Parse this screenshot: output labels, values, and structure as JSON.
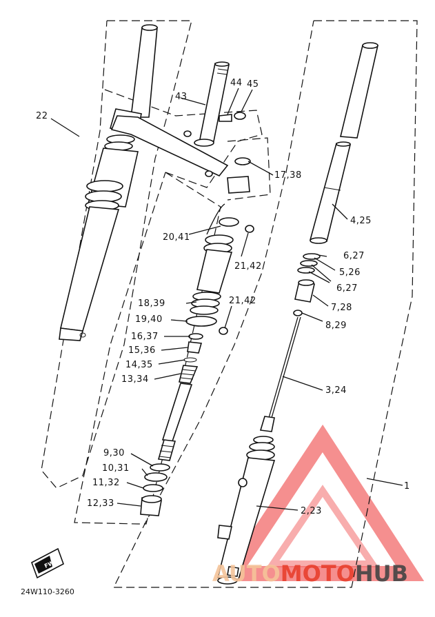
{
  "callouts": [
    {
      "id": "c22",
      "text": "22"
    },
    {
      "id": "c43",
      "text": "43"
    },
    {
      "id": "c44",
      "text": "44"
    },
    {
      "id": "c45",
      "text": "45"
    },
    {
      "id": "c17",
      "text": "17,38"
    },
    {
      "id": "c4",
      "text": "4,25"
    },
    {
      "id": "c20",
      "text": "20,41"
    },
    {
      "id": "c21a",
      "text": "21,42"
    },
    {
      "id": "c6a",
      "text": "6,27"
    },
    {
      "id": "c5",
      "text": "5,26"
    },
    {
      "id": "c6b",
      "text": "6,27"
    },
    {
      "id": "c18",
      "text": "18,39"
    },
    {
      "id": "c21b",
      "text": "21,42"
    },
    {
      "id": "c7",
      "text": "7,28"
    },
    {
      "id": "c19",
      "text": "19,40"
    },
    {
      "id": "c8",
      "text": "8,29"
    },
    {
      "id": "c16",
      "text": "16,37"
    },
    {
      "id": "c15",
      "text": "15,36"
    },
    {
      "id": "c14",
      "text": "14,35"
    },
    {
      "id": "c13",
      "text": "13,34"
    },
    {
      "id": "c3",
      "text": "3,24"
    },
    {
      "id": "c9",
      "text": "9,30"
    },
    {
      "id": "c10",
      "text": "10,31"
    },
    {
      "id": "c11",
      "text": "11,32"
    },
    {
      "id": "c1",
      "text": "1"
    },
    {
      "id": "c12",
      "text": "12,33"
    },
    {
      "id": "c2",
      "text": "2,23"
    }
  ],
  "fwd_label": "FWD",
  "diagram_code": "24W110-3260",
  "watermark": {
    "brand_part1": "AUTO",
    "brand_part2": "MOTO",
    "brand_part3": "HUB",
    "triangle_color": "#f26a6a",
    "text_color_part1": "#f5c49a",
    "text_color_part2": "#e8402e",
    "text_color_part3": "#444444"
  }
}
